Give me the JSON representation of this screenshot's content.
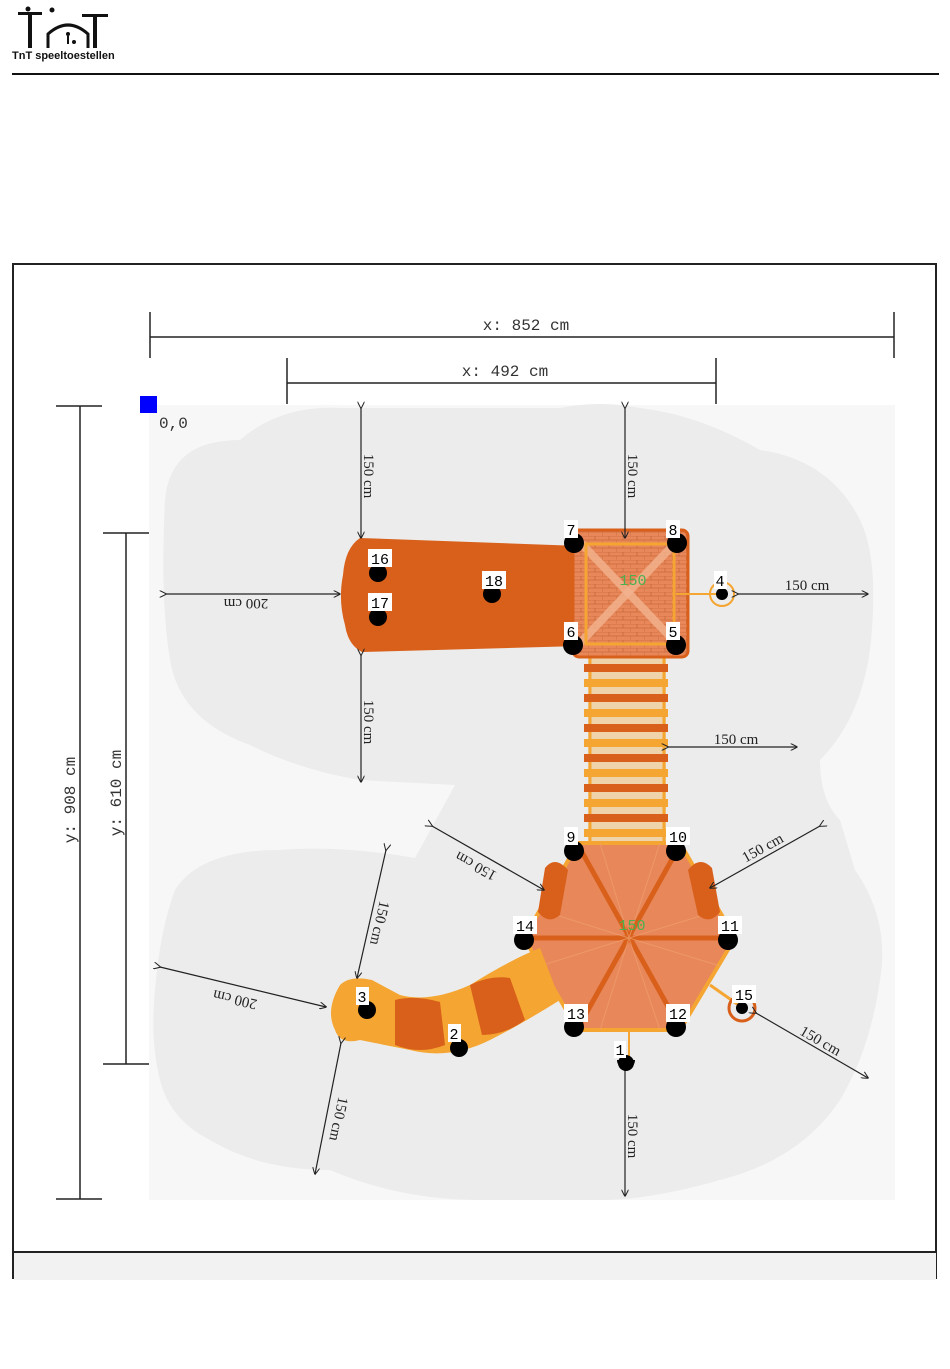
{
  "header": {
    "logo_text": "TnT speeltoestellen",
    "logo_icon": "playground-figures-logo"
  },
  "plan": {
    "origin_label": "0,0",
    "origin_marker_color": "#0000ff",
    "total_x": "x: 852 cm",
    "inner_x": "x: 492 cm",
    "total_y": "y: 908 cm",
    "inner_y": "y: 610 cm",
    "platform_height_top": "150",
    "platform_height_hex": "150",
    "clearances": {
      "c1": "150 cm",
      "c2": "150 cm",
      "c3": "150 cm",
      "c4": "150 cm",
      "c5": "150 cm",
      "c6": "150 cm",
      "c7": "150 cm",
      "c8": "150 cm",
      "c9": "150 cm",
      "c10": "150 cm",
      "c11": "150 cm",
      "w1": "200 cm",
      "w2": "200 cm"
    },
    "posts": [
      "1",
      "2",
      "3",
      "4",
      "5",
      "6",
      "7",
      "8",
      "9",
      "10",
      "11",
      "12",
      "13",
      "14",
      "15",
      "16",
      "17",
      "18"
    ],
    "colors": {
      "safety_zone": "#ececec",
      "dark_orange": "#d9601a",
      "light_orange": "#f5a531",
      "platform_brick": "#e8875a",
      "height_label": "#4caf50",
      "post": "#000000"
    }
  }
}
